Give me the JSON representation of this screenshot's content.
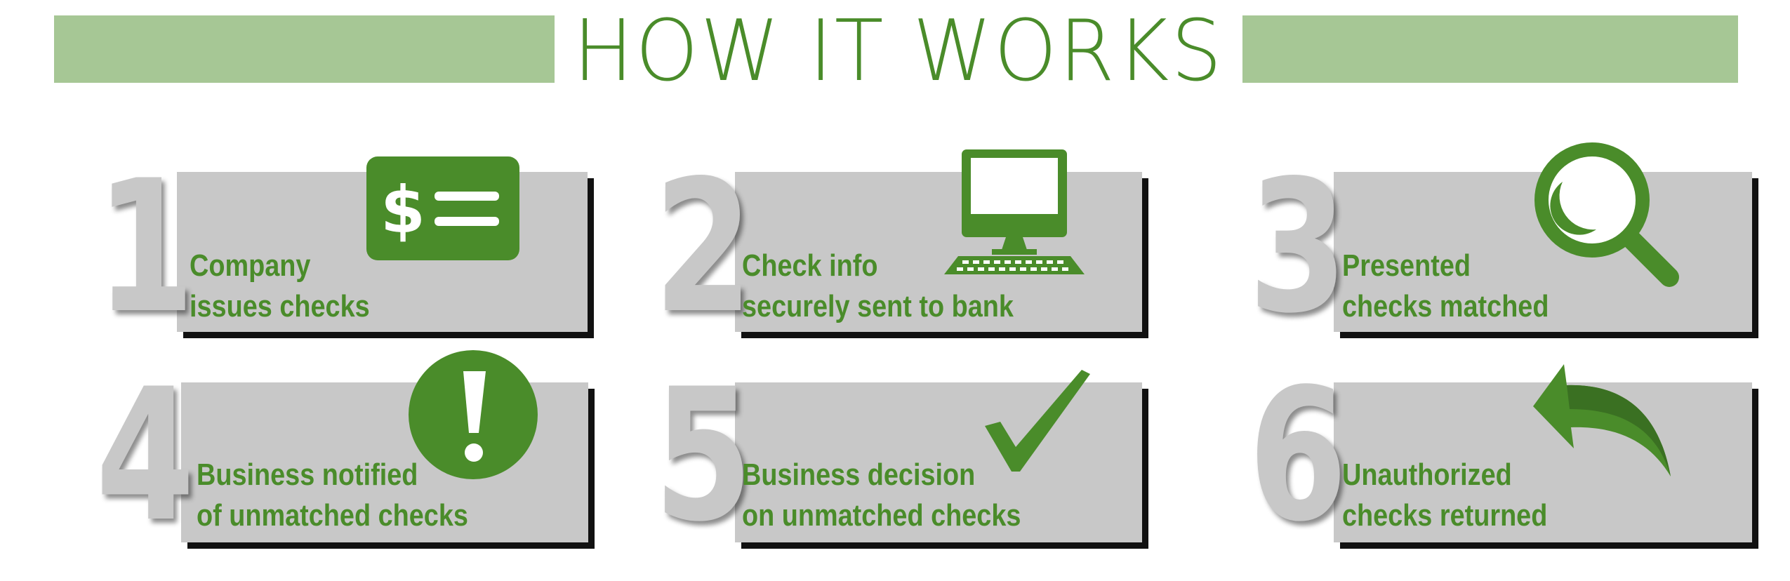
{
  "title": "HOW IT WORKS",
  "colors": {
    "accent": "#4a8c2a",
    "banner": "#a6c795",
    "box": "#c8c8c8",
    "shadow": "#111111"
  },
  "steps": [
    {
      "number": "1",
      "lines": [
        "Company",
        "issues checks"
      ],
      "icon": "dollar-check-icon"
    },
    {
      "number": "2",
      "lines": [
        "Check info",
        "securely sent to bank"
      ],
      "icon": "computer-icon"
    },
    {
      "number": "3",
      "lines": [
        "Presented",
        "checks matched"
      ],
      "icon": "magnifying-glass-icon"
    },
    {
      "number": "4",
      "lines": [
        "Business notified",
        "of unmatched checks"
      ],
      "icon": "exclamation-icon"
    },
    {
      "number": "5",
      "lines": [
        "Business decision",
        "on unmatched checks"
      ],
      "icon": "checkmark-icon"
    },
    {
      "number": "6",
      "lines": [
        "Unauthorized",
        "checks returned"
      ],
      "icon": "return-arrow-icon"
    }
  ],
  "icons": {
    "dollar_symbol": "$"
  }
}
